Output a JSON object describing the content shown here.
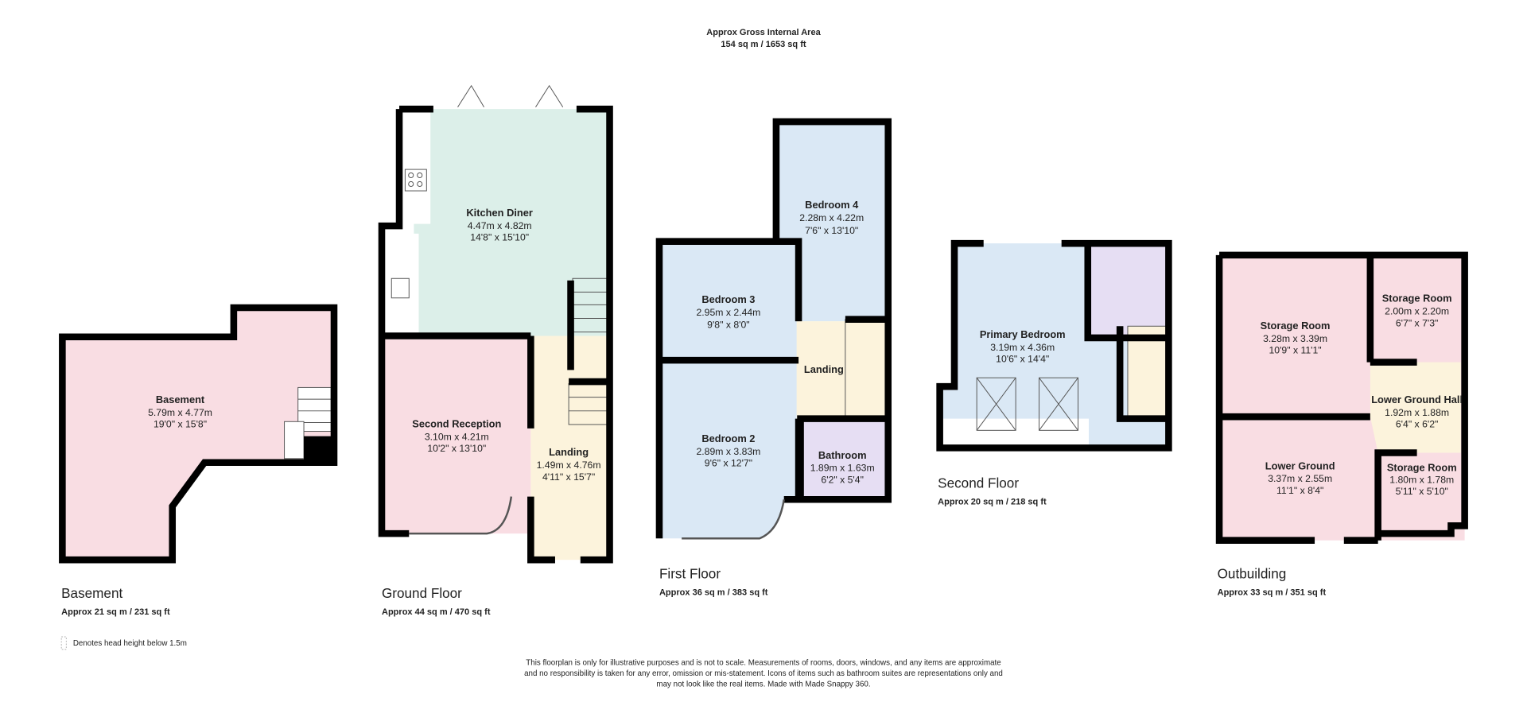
{
  "header": {
    "title": "Approx Gross Internal Area",
    "area": "154 sq m / 1653 sq ft"
  },
  "colors": {
    "pink": "#f9dde3",
    "blue": "#dae8f5",
    "green": "#dcefe9",
    "cream": "#fcf3dc",
    "lavender": "#e6def3"
  },
  "floors": [
    {
      "name": "Basement",
      "area": "Approx 21 sq m / 231 sq ft",
      "rooms": [
        {
          "name": "Basement",
          "metric": "5.79m x 4.77m",
          "imperial": "19'0\" x 15'8\""
        }
      ]
    },
    {
      "name": "Ground Floor",
      "area": "Approx 44 sq m / 470 sq ft",
      "rooms": [
        {
          "name": "Kitchen Diner",
          "metric": "4.47m x 4.82m",
          "imperial": "14'8\" x 15'10\""
        },
        {
          "name": "Second Reception",
          "metric": "3.10m x 4.21m",
          "imperial": "10'2\" x 13'10\""
        },
        {
          "name": "Landing",
          "metric": "1.49m x 4.76m",
          "imperial": "4'11\" x 15'7\""
        }
      ]
    },
    {
      "name": "First Floor",
      "area": "Approx 36 sq m / 383 sq ft",
      "rooms": [
        {
          "name": "Bedroom 4",
          "metric": "2.28m x 4.22m",
          "imperial": "7'6\" x 13'10\""
        },
        {
          "name": "Bedroom 3",
          "metric": "2.95m x 2.44m",
          "imperial": "9'8\" x 8'0\""
        },
        {
          "name": "Landing"
        },
        {
          "name": "Bedroom 2",
          "metric": "2.89m x 3.83m",
          "imperial": "9'6\" x 12'7\""
        },
        {
          "name": "Bathroom",
          "metric": "1.89m x 1.63m",
          "imperial": "6'2\" x 5'4\""
        }
      ]
    },
    {
      "name": "Second Floor",
      "area": "Approx 20 sq m / 218 sq ft",
      "rooms": [
        {
          "name": "Primary Bedroom",
          "metric": "3.19m x 4.36m",
          "imperial": "10'6\" x 14'4\""
        }
      ]
    },
    {
      "name": "Outbuilding",
      "area": "Approx 33 sq m / 351 sq ft",
      "rooms": [
        {
          "name": "Storage Room",
          "metric": "3.28m x 3.39m",
          "imperial": "10'9\" x 11'1\""
        },
        {
          "name": "Storage Room",
          "metric": "2.00m x 2.20m",
          "imperial": "6'7\" x 7'3\""
        },
        {
          "name": "Lower Ground Hall",
          "metric": "1.92m x 1.88m",
          "imperial": "6'4\" x 6'2\""
        },
        {
          "name": "Lower Ground",
          "metric": "3.37m x 2.55m",
          "imperial": "11'1\" x 8'4\""
        },
        {
          "name": "Storage Room",
          "metric": "1.80m x 1.78m",
          "imperial": "5'11\" x 5'10\""
        }
      ]
    }
  ],
  "legend": {
    "note": "Denotes head height below 1.5m"
  },
  "disclaimer": [
    "This floorplan is only for illustrative purposes and is not to scale. Measurements of rooms, doors, windows, and any items are approximate",
    "and no responsibility is taken for any error, omission or mis-statement. Icons of items such as bathroom suites are representations only and",
    "may not look like the real items. Made with Made Snappy 360."
  ]
}
